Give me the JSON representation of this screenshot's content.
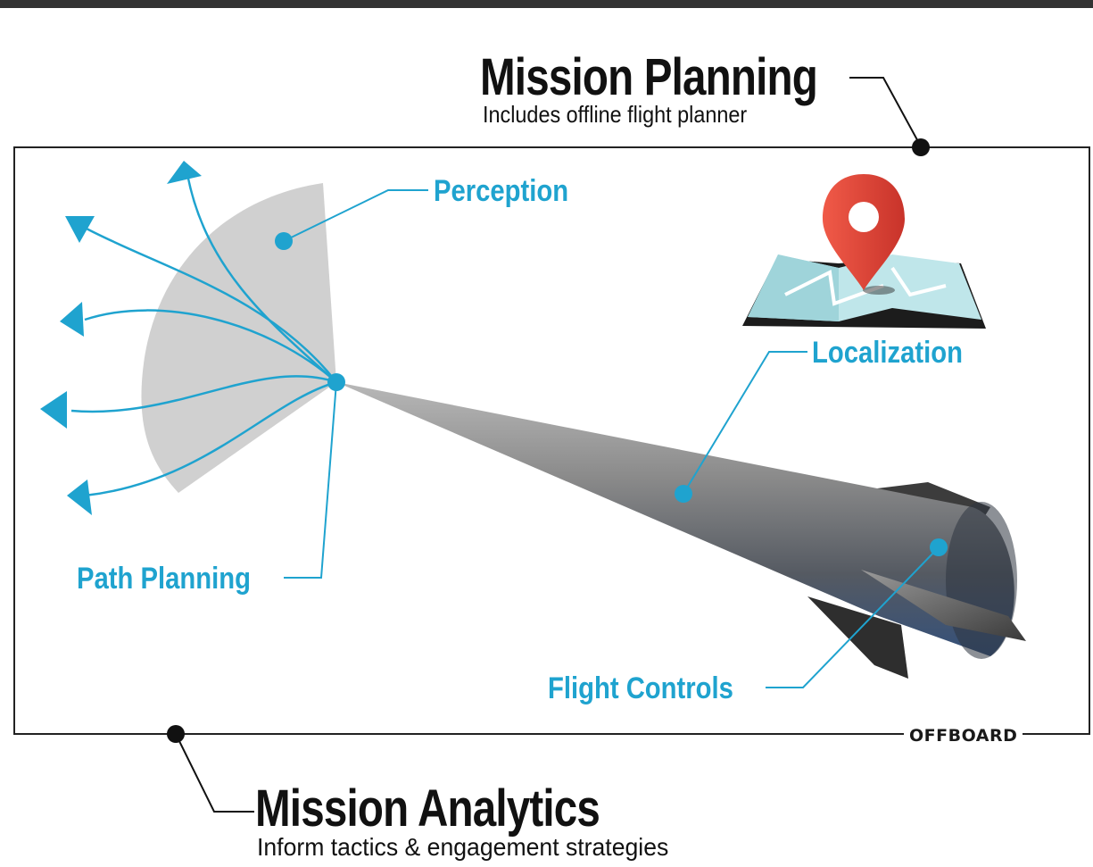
{
  "mission_planning": {
    "title": "Mission Planning",
    "subtitle": "Includes offline flight planner"
  },
  "mission_analytics": {
    "title": "Mission Analytics",
    "subtitle": "Inform tactics & engagement strategies"
  },
  "callouts": {
    "perception": "Perception",
    "localization": "Localization",
    "path_planning": "Path Planning",
    "flight_controls": "Flight Controls"
  },
  "frame_label": "OFFBOARD",
  "colors": {
    "accent": "#1fa3cf",
    "sensor_cone": "#d0d0d0",
    "text": "#111111",
    "pin": "#e8483a",
    "map": "#bfe6ea"
  },
  "icons": [
    "map-pin-icon",
    "folded-map-icon"
  ]
}
